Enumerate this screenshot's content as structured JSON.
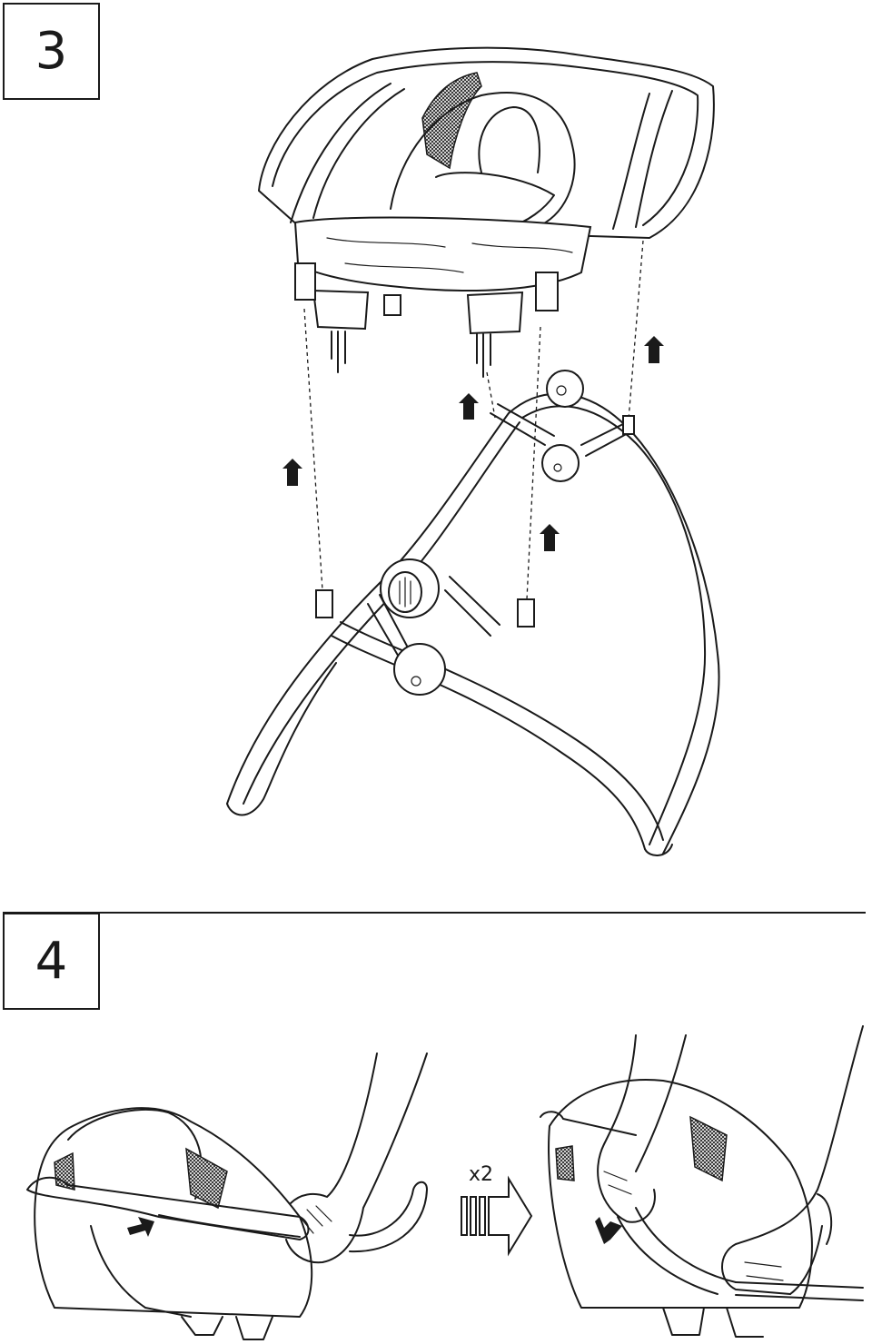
{
  "steps": {
    "step3": {
      "number": "3"
    },
    "step4": {
      "number": "4"
    }
  },
  "step4_illustration": {
    "repeat_label": "x2"
  },
  "icons": [
    "up-arrow-icon",
    "right-arrow-icon",
    "down-arrow-icon"
  ]
}
